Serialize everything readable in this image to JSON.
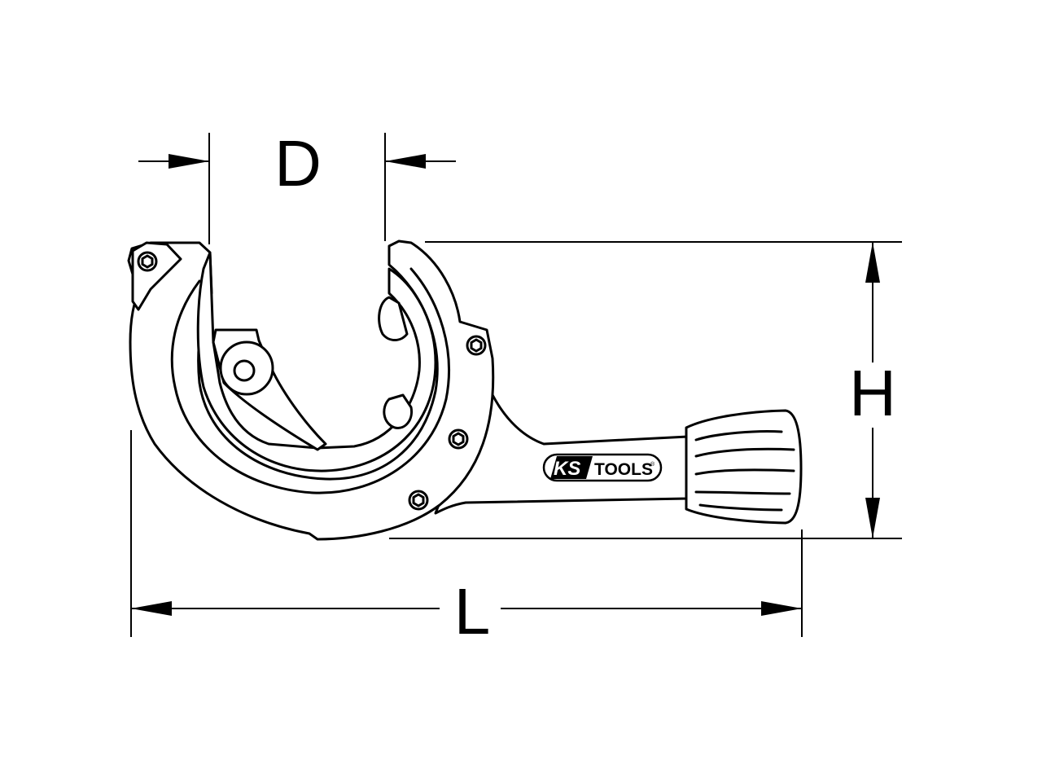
{
  "dimensions": {
    "diameter_label": "D",
    "height_label": "H",
    "length_label": "L"
  },
  "logo": {
    "brand_ks": "KS",
    "brand_tools": "TOOLS",
    "registered_mark": "®"
  }
}
